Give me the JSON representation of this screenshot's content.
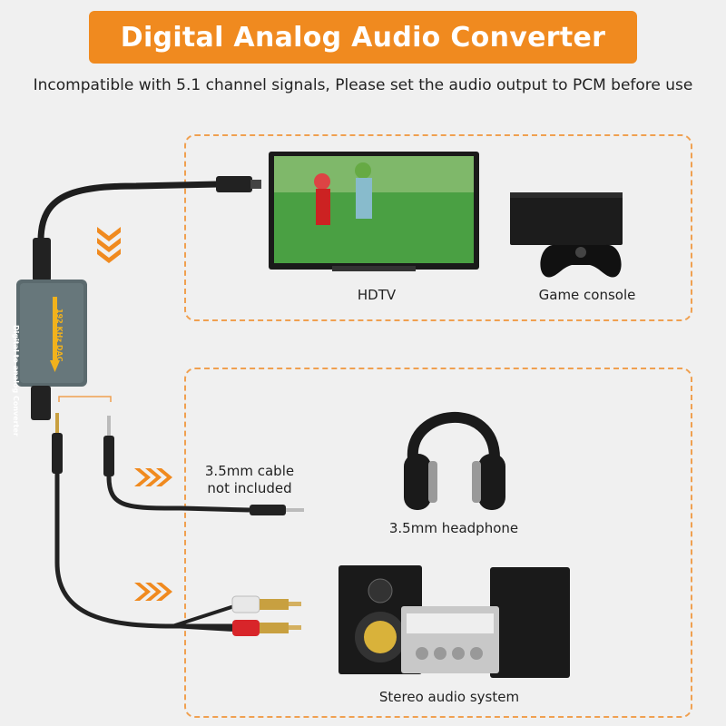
{
  "header": {
    "title": "Digital Analog Audio Converter",
    "subtitle": "Incompatible with 5.1 channel signals, Please set the audio output to PCM before use"
  },
  "device": {
    "label_main": "Digital to analog Converter",
    "label_sub": "192 KHz DAC"
  },
  "top_panel": {
    "hdtv_label": "HDTV",
    "console_label": "Game console"
  },
  "bottom_panel": {
    "cable_note_line1": "3.5mm cable",
    "cable_note_line2": "not included",
    "headphone_label": "3.5mm headphone",
    "stereo_label": "Stereo audio system"
  },
  "colors": {
    "accent": "#f08a1f",
    "device": "#5b6a6e",
    "dashed_border": "#f0a050"
  }
}
